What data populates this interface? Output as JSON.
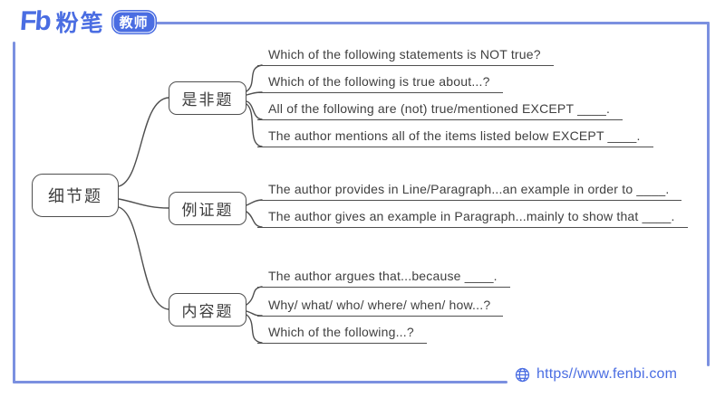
{
  "logo": {
    "mark": "Fb",
    "name": "粉笔",
    "badge": "教师"
  },
  "mindmap": {
    "root": "细节题",
    "branches": [
      {
        "label": "是非题",
        "items": [
          "Which of the following statements is NOT true?",
          "Which of the following is true about...?",
          "All of the following are (not) true/mentioned EXCEPT ____.",
          "The author mentions all of the items listed below EXCEPT ____."
        ]
      },
      {
        "label": "例证题",
        "items": [
          "The author provides in Line/Paragraph...an example in order to ____.",
          "The author gives an example in Paragraph...mainly to show that ____."
        ]
      },
      {
        "label": "内容题",
        "items": [
          "The author argues that...because ____.",
          "Why/ what/ who/ where/ when/ how...?",
          "Which of the following...?"
        ]
      }
    ]
  },
  "footer": {
    "url": "https//www.fenbi.com"
  },
  "colors": {
    "brand_blue": "#4a6de2",
    "frame_blue": "#7b90e0",
    "ink_gray": "#4f4f4f"
  }
}
